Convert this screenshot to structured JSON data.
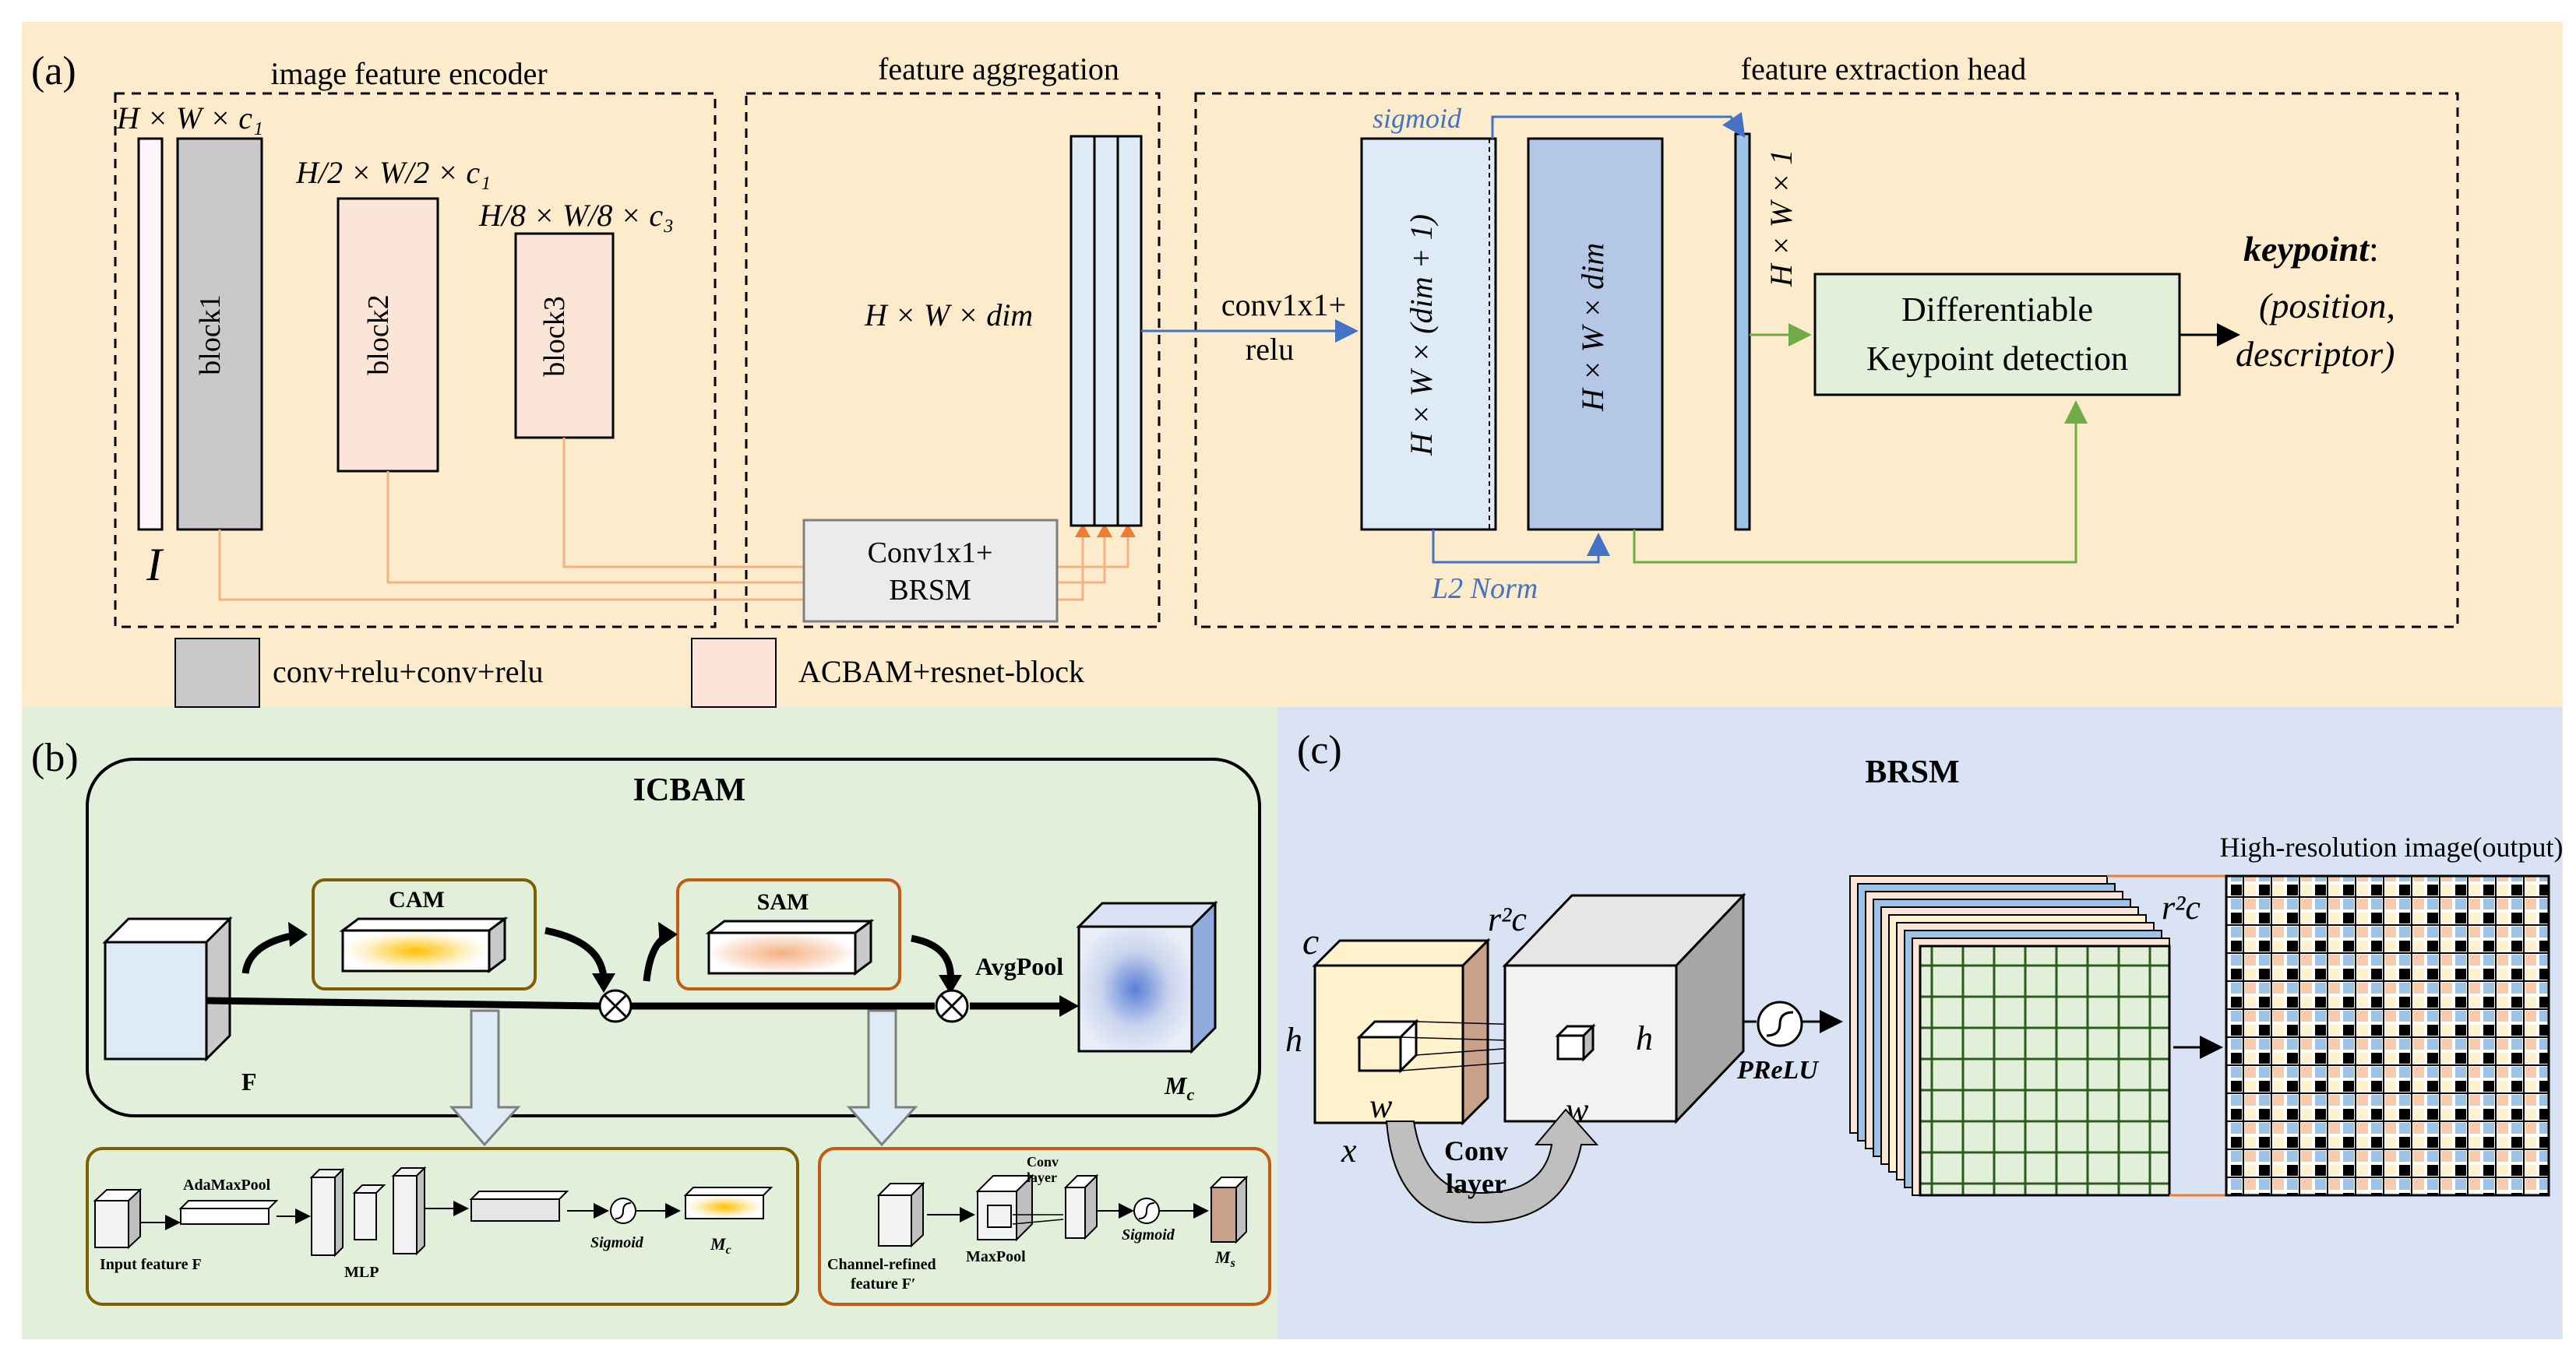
{
  "panel_a": {
    "label": "(a)",
    "encoder_title": "image feature encoder",
    "aggregation_title": "feature aggregation",
    "head_title": "feature extraction head",
    "dim_input": "H × W × c₁",
    "dim_block2": "H/2 × W/2 × c₁",
    "dim_block3": "H/8 × W/8 × c₃",
    "input_symbol": "I",
    "block1": "block1",
    "block2": "block2",
    "block3": "block3",
    "agg_dim": "H × W × dim",
    "conv_brsm_line1": "Conv1x1+",
    "conv_brsm_line2": "BRSM",
    "conv_relu_line1": "conv1x1+",
    "conv_relu_line2": "relu",
    "sigmoid": "sigmoid",
    "dim_plus": "H × W × (dim + 1)",
    "dim_only": "H × W × dim",
    "dim_one": "H × W × 1",
    "l2norm": "L2 Norm",
    "dkd_line1": "Differentiable",
    "dkd_line2": "Keypoint detection",
    "keypoint": "keypoint",
    "keypoint_colon": ":",
    "position": "(position,",
    "descriptor": "descriptor)",
    "legend_gray": "conv+relu+conv+relu",
    "legend_pink": "ACBAM+resnet-block"
  },
  "panel_b": {
    "label": "(b)",
    "title": "ICBAM",
    "cam": "CAM",
    "sam": "SAM",
    "avgpool": "AvgPool",
    "f": "F",
    "mc": "Mc",
    "adamaxpool": "AdaMaxPool",
    "input_feature": "Input feature F",
    "mlp": "MLP",
    "sigmoid1": "Sigmoid",
    "mc_small": "Mc",
    "channel_refined_1": "Channel-refined",
    "channel_refined_2": "feature F′",
    "maxpool": "MaxPool",
    "conv_layer_1": "Conv",
    "conv_layer_2": "layer",
    "sigmoid2": "Sigmoid",
    "ms": "Ms"
  },
  "panel_c": {
    "label": "(c)",
    "title": "BRSM",
    "high_res": "High-resolution image(output)",
    "c": "c",
    "h1": "h",
    "w1": "w",
    "x": "x",
    "r2c_1": "r²c",
    "h2": "h",
    "w2": "w",
    "conv_1": "Conv",
    "conv_2": "layer",
    "prelu": "PReLU",
    "r2c_2": "r²c"
  },
  "colors": {
    "panel_a_bg": "#fdeccb",
    "panel_b_bg": "#e2efda",
    "panel_c_bg": "#dae3f3",
    "orange_line": "#f4b183",
    "blue_line": "#4472c4",
    "green_line": "#70ad47",
    "gray_block": "#c9c9c9",
    "pink_block": "#fbe5d6",
    "light_blue": "#deebf7",
    "mid_blue": "#b4c7e7",
    "dkd_fill": "#e2f0d9"
  }
}
